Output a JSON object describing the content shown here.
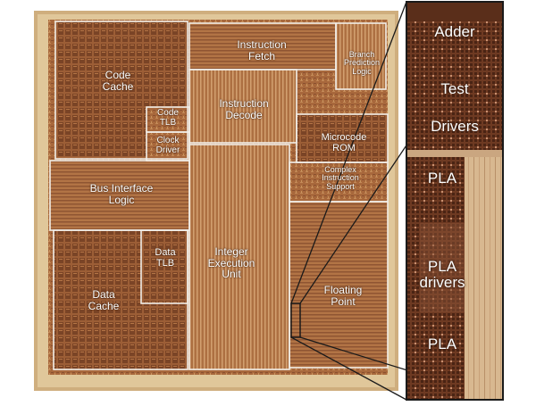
{
  "die": {
    "blocks": {
      "code_cache": "Code\nCache",
      "instruction_fetch": "Instruction\nFetch",
      "branch_prediction": "Branch\nPrediction\nLogic",
      "code_tlb": "Code\nTLB",
      "clock_driver": "Clock\nDriver",
      "instruction_decode": "Instruction\nDecode",
      "microcode_rom": "Microcode\nROM",
      "complex_instruction": "Complex\nInstruction\nSupport",
      "bus_interface": "Bus Interface\nLogic",
      "data_tlb": "Data\nTLB",
      "integer_execution": "Integer\nExecution\nUnit",
      "data_cache": "Data\nCache",
      "floating_point": "Floating\nPoint"
    }
  },
  "zoom": {
    "labels": {
      "adder": "Adder",
      "test": "Test",
      "drivers": "Drivers",
      "pla_top": "PLA",
      "pla_drivers": "PLA\ndrivers",
      "pla_bottom": "PLA"
    }
  },
  "colors": {
    "substrate": "#b07040",
    "block_border": "#f2eee8",
    "zoom_frame": "#1a1a1a"
  }
}
